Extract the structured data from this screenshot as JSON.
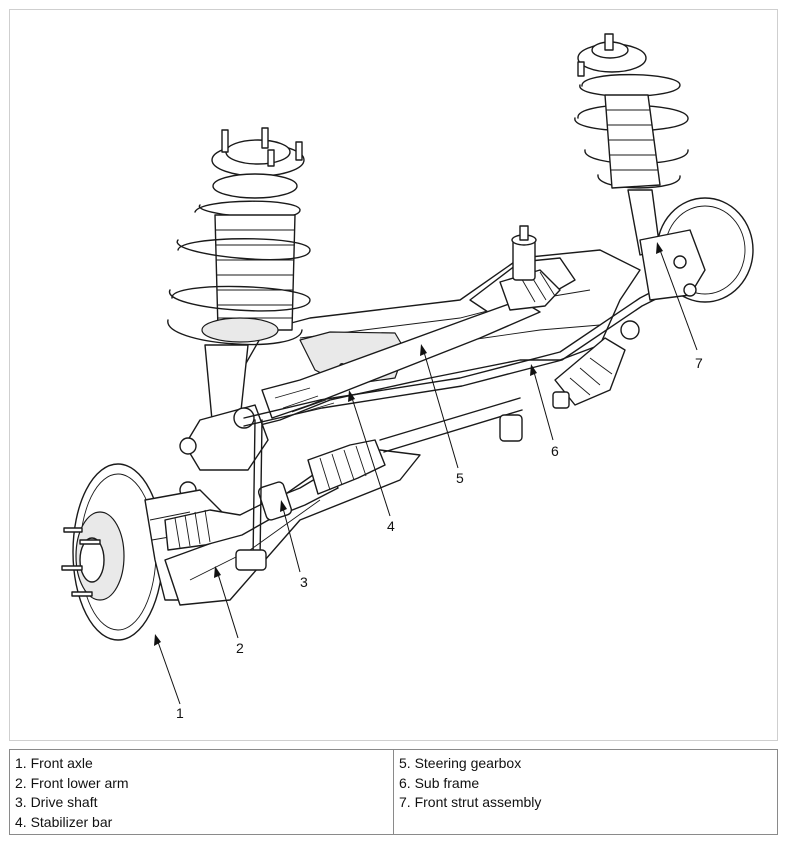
{
  "callouts": [
    {
      "number": "1",
      "part": "Front axle"
    },
    {
      "number": "2",
      "part": "Front lower arm"
    },
    {
      "number": "3",
      "part": "Drive shaft"
    },
    {
      "number": "4",
      "part": "Stabilizer bar"
    },
    {
      "number": "5",
      "part": "Steering gearbox"
    },
    {
      "number": "6",
      "part": "Sub frame"
    },
    {
      "number": "7",
      "part": "Front strut assembly"
    }
  ],
  "legend": {
    "left": [
      "1. Front axle",
      "2. Front lower arm",
      "3. Drive shaft",
      "4. Stabilizer bar"
    ],
    "right": [
      "5. Steering gearbox",
      "6. Sub frame",
      "7. Front strut assembly"
    ]
  }
}
